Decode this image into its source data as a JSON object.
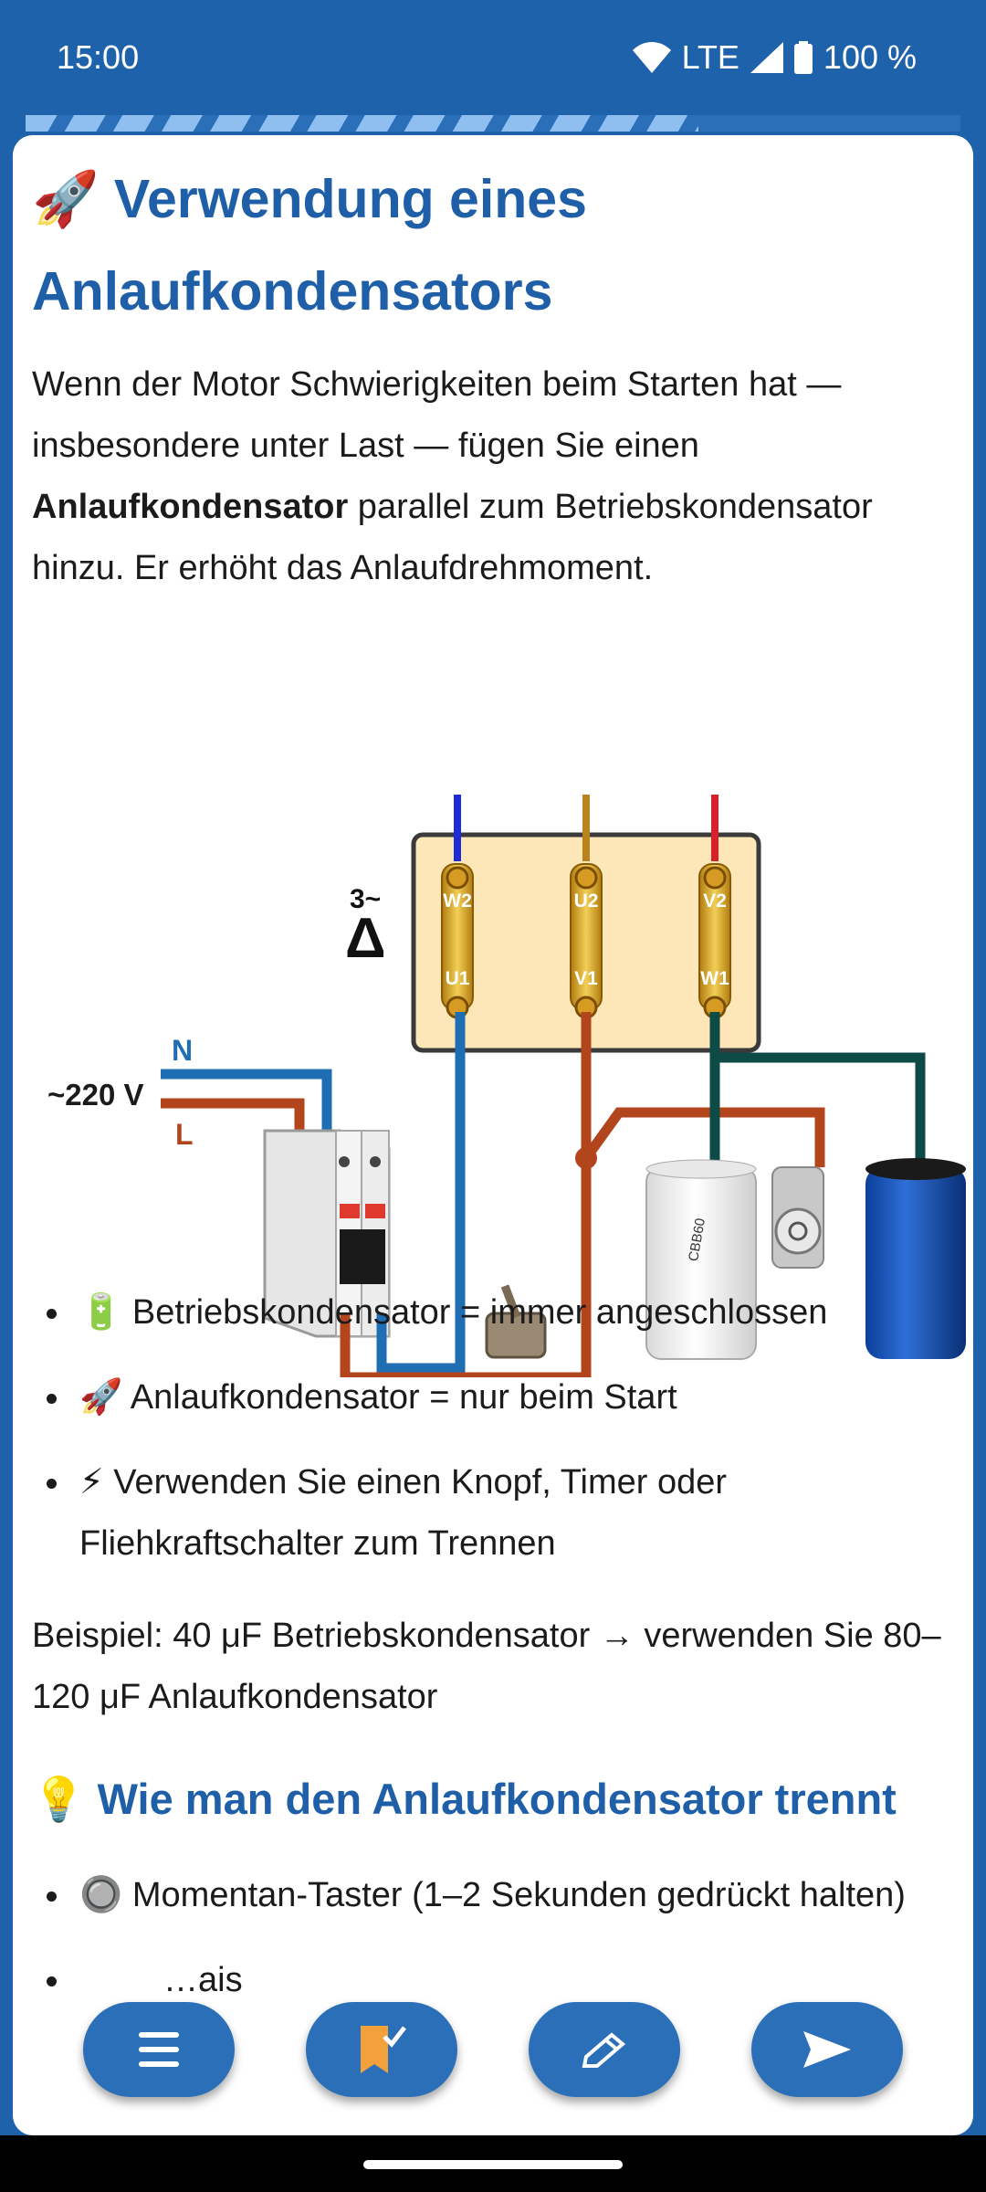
{
  "status_bar": {
    "time": "15:00",
    "network": "LTE",
    "battery": "100 %",
    "icons": [
      "wifi-icon",
      "signal-icon",
      "battery-icon"
    ]
  },
  "reading_progress": 0.72,
  "article": {
    "title_emoji": "🚀",
    "title_line1": "Verwendung eines",
    "title_line2": "Anlaufkondensators",
    "intro_before_bold": "Wenn der Motor Schwierigkeiten beim Starten hat — insbesondere unter Last — fügen Sie einen ",
    "intro_bold": "Anlaufkondensator",
    "intro_after_bold": " parallel zum Betriebskondensator hinzu. Er erhöht das Anlaufdrehmoment.",
    "diagram": {
      "symbol_top": "3~",
      "symbol_delta": "Δ",
      "terminals_top": [
        "W2",
        "U2",
        "V2"
      ],
      "terminals_bottom": [
        "U1",
        "V1",
        "W1"
      ],
      "supply_label": "~220 V",
      "neutral_label": "N",
      "line_label": "L",
      "run_cap_label": "CBB60"
    },
    "bullets": [
      {
        "emoji": "🔋",
        "text": "Betriebskondensator = immer angeschlossen"
      },
      {
        "emoji": "🚀",
        "text": "Anlaufkondensator = nur beim Start"
      },
      {
        "emoji": "⚡",
        "text": "Verwenden Sie einen Knopf, Timer oder Fliehkraftschalter zum Trennen"
      }
    ],
    "example": "Beispiel: 40 μF Betriebskondensator → verwenden Sie 80–120 μF Anlaufkondensator",
    "section2_emoji": "💡",
    "section2_title": "Wie man den Anlaufkondensator trennt",
    "bullets2": [
      {
        "emoji": "🔘",
        "text": "Momentan-Taster (1–2 Sekunden gedrückt halten)"
      },
      {
        "emoji": "",
        "text": "…ais"
      }
    ]
  },
  "fab_buttons": [
    {
      "name": "menu-button",
      "icon": "hamburger-icon"
    },
    {
      "name": "bookmark-button",
      "icon": "bookmark-check-icon"
    },
    {
      "name": "edit-button",
      "icon": "pencil-icon"
    },
    {
      "name": "share-button",
      "icon": "send-icon"
    }
  ],
  "colors": {
    "primary": "#1f62ac",
    "heading": "#1f5fa8",
    "fab": "#2b6fb8",
    "neutral_wire": "#1f6db3",
    "line_wire": "#b3451d",
    "earth_wire": "#0e4b46"
  }
}
